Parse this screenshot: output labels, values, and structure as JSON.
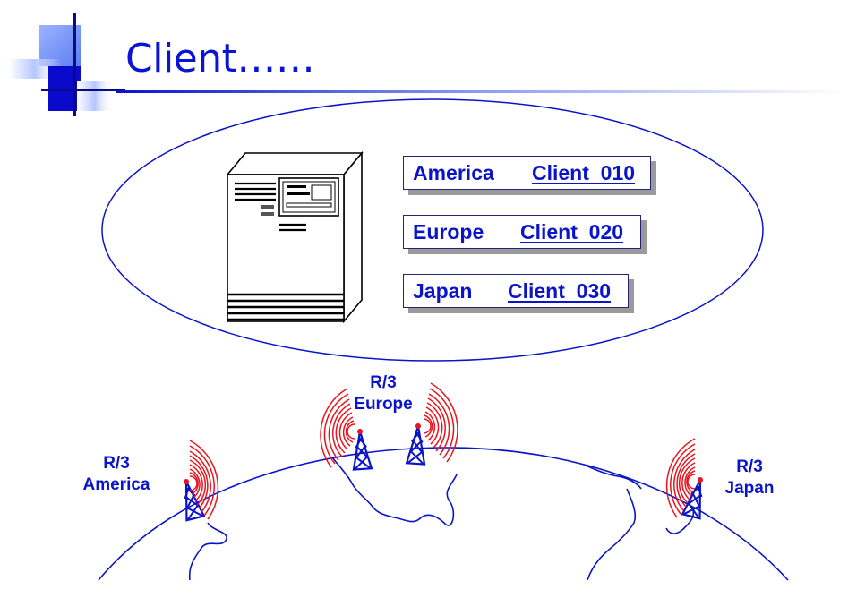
{
  "slide": {
    "title": "Client……"
  },
  "clients": [
    {
      "region": "America",
      "client": "Client  010"
    },
    {
      "region": "Europe",
      "client": "Client  020"
    },
    {
      "region": "Japan",
      "client": "Client  030"
    }
  ],
  "sites": [
    {
      "system": "R/3",
      "region": "America"
    },
    {
      "system": "R/3",
      "region": "Europe"
    },
    {
      "system": "R/3",
      "region": "Japan"
    }
  ],
  "colors": {
    "accent_blue": "#0a14c8",
    "title_blue": "#0a14d6",
    "signal_red": "#e8141e",
    "square_light": "#6b8cff",
    "square_dark": "#0a0acc"
  },
  "icons": {
    "server": "server-icon",
    "antenna": "antenna-icon",
    "globe": "globe-outline",
    "logo": "title-squares-icon"
  }
}
